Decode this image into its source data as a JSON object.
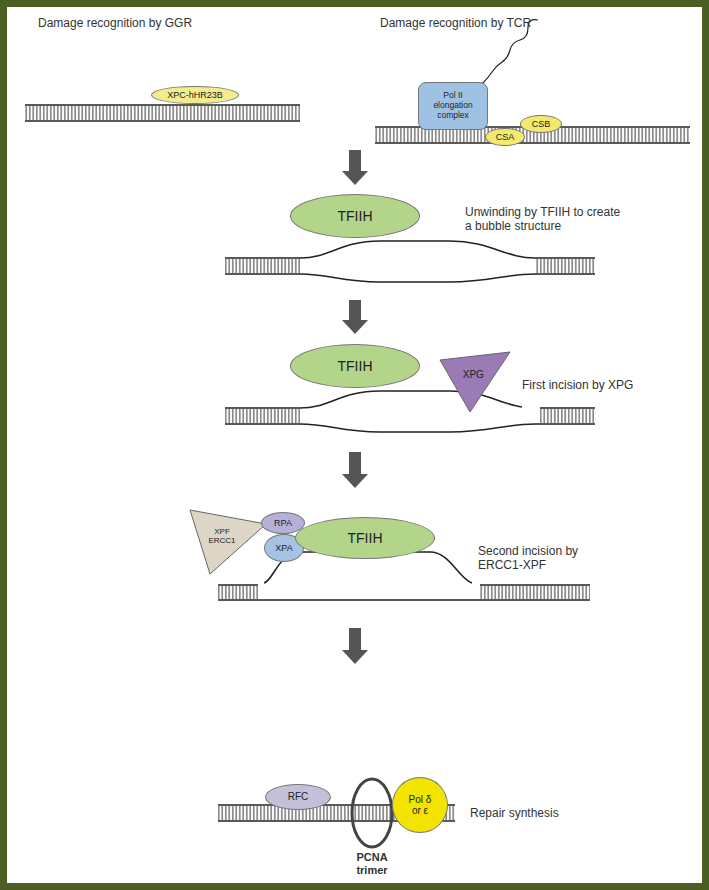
{
  "diagram": {
    "nodes": [
      {
        "text": [
          "XPC-hHR23B"
        ]
      },
      {
        "text": [
          "Pol II elongation complex"
        ]
      },
      {
        "text": [
          "CSA"
        ]
      },
      {
        "text": [
          "CSB"
        ]
      },
      {
        "text": [
          "TFIIH"
        ]
      },
      {
        "text": [
          "TFIIH"
        ]
      },
      {
        "text": [
          "XPG"
        ]
      },
      {
        "text": [
          "XPF ERCC1"
        ]
      },
      {
        "text": [
          "RPA"
        ]
      },
      {
        "text": [
          "XPA"
        ]
      },
      {
        "text": [
          "TFIIH"
        ]
      },
      {
        "text": [
          "RFC"
        ]
      },
      {
        "text": [
          "Pol δ or ε"
        ]
      }
    ],
    "labels": [
      "Damage recognition by GGR",
      "Damage recognition by TCR",
      "Unwinding by TFIIH to create a bubble structure",
      "First incision by XPG",
      "Second incision by ERCC1-XPF",
      "PCNA trimer",
      "Repair synthesis"
    ]
  }
}
